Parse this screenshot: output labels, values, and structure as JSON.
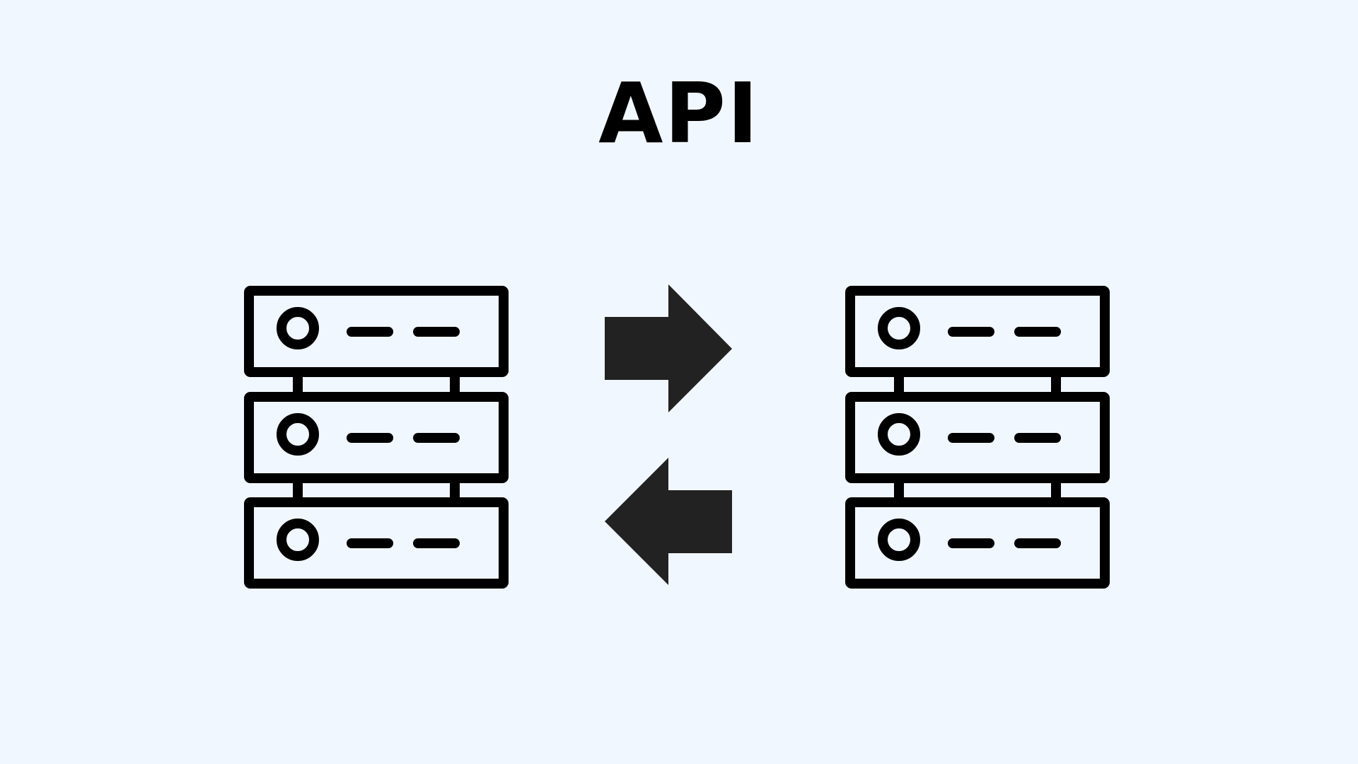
{
  "title": "API",
  "colors": {
    "background": "#f1f7fe",
    "server_stroke": "#000000",
    "arrow_fill": "#222222"
  },
  "servers": [
    {
      "name": "left-server-stack",
      "units": 3
    },
    {
      "name": "right-server-stack",
      "units": 3
    }
  ],
  "arrows": [
    {
      "name": "arrow-right",
      "direction": "right"
    },
    {
      "name": "arrow-left",
      "direction": "left"
    }
  ],
  "icons": [
    "server-stack-icon",
    "arrow-right-icon",
    "arrow-left-icon"
  ]
}
